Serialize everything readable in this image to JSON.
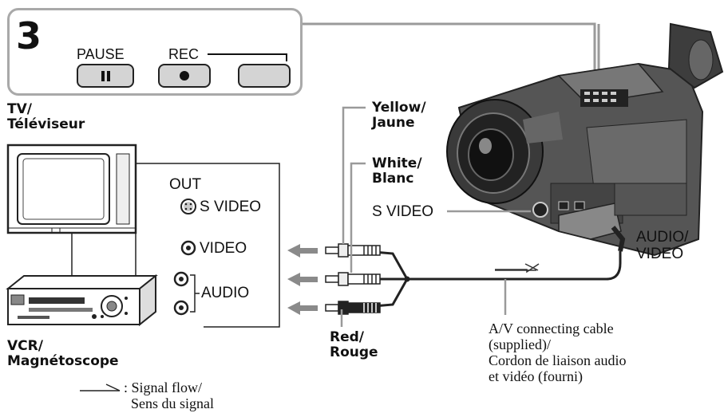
{
  "step": {
    "number": "3"
  },
  "controls": {
    "pause_label": "PAUSE",
    "rec_label": "REC"
  },
  "devices": {
    "tv_label": "TV/\nTéléviseur",
    "vcr_label": "VCR/\nMagnétoscope"
  },
  "ports": {
    "out": "OUT",
    "s_video": "S VIDEO",
    "video": "VIDEO",
    "audio": "AUDIO"
  },
  "cables": {
    "yellow": "Yellow/\nJaune",
    "white": "White/\nBlanc",
    "red": "Red/\nRouge",
    "camera_s_video": "S VIDEO",
    "camera_av": "AUDIO/\nVIDEO",
    "av_cable": "A/V connecting cable\n(supplied)/\nCordon de liaison audio\net vidéo (fourni)"
  },
  "legend": {
    "text": ": Signal flow/\n  Sens du signal"
  },
  "colors": {
    "frame_gray": "#a9a9a9",
    "button_fill": "#d4d4d4",
    "camera_body": "#4a4a4a",
    "arrow_gray": "#8a8a8a"
  }
}
